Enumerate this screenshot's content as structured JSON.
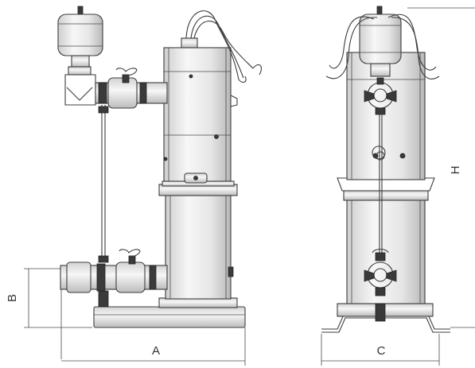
{
  "dimensions": {
    "A": "A",
    "B": "B",
    "C": "C",
    "H": "H"
  },
  "colors": {
    "line": "#3c3c3c",
    "metal_light": "#f2f2f2",
    "metal_dark": "#bdbdbd",
    "background": "#ffffff"
  }
}
